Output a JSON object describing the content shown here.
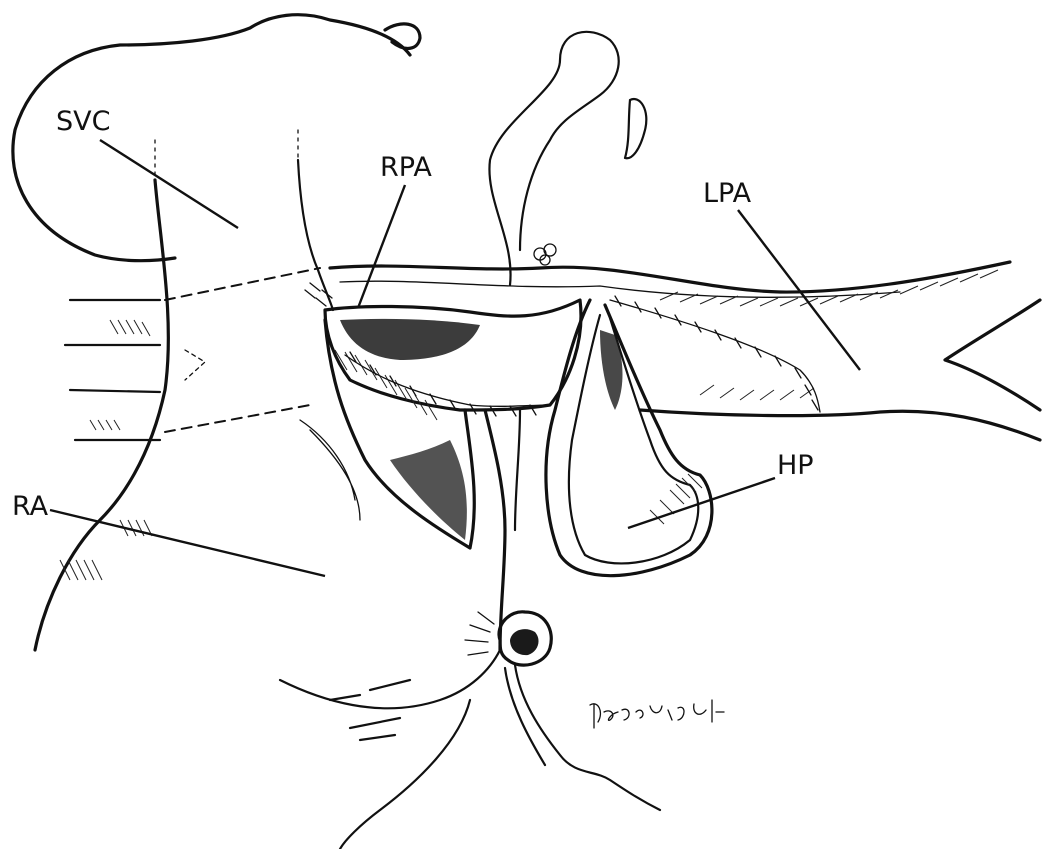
{
  "labels": {
    "svc": "SVC",
    "rpa": "RPA",
    "lpa": "LPA",
    "hp": "HP",
    "ra": "RA"
  }
}
